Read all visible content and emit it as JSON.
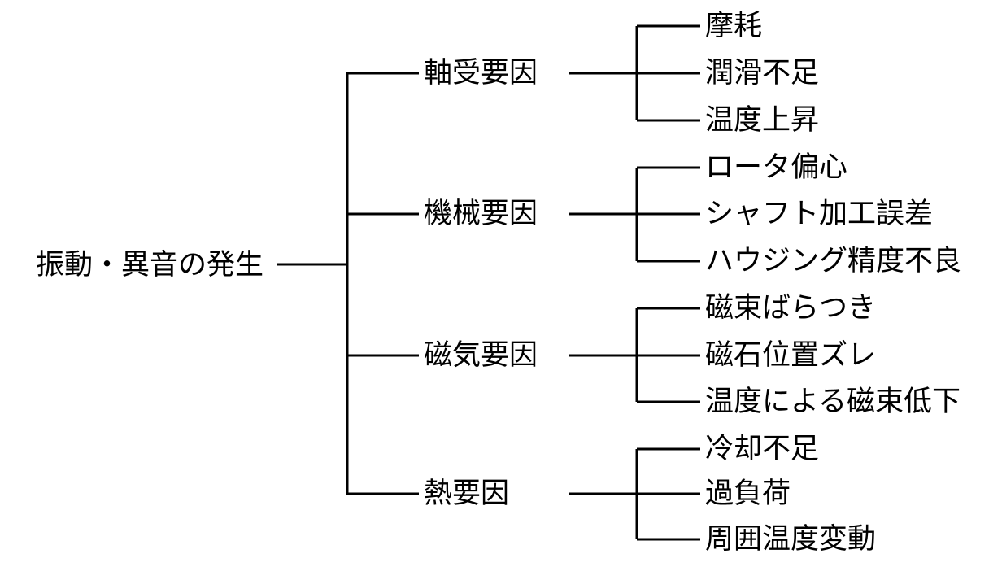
{
  "diagram": {
    "type": "tree",
    "orientation": "left-to-right",
    "root": {
      "label": "振動・異音の発生"
    },
    "branches": [
      {
        "label": "軸受要因",
        "leaves": [
          {
            "label": "摩耗"
          },
          {
            "label": "潤滑不足"
          },
          {
            "label": "温度上昇"
          }
        ]
      },
      {
        "label": "機械要因",
        "leaves": [
          {
            "label": "ロータ偏心"
          },
          {
            "label": "シャフト加工誤差"
          },
          {
            "label": "ハウジング精度不良"
          }
        ]
      },
      {
        "label": "磁気要因",
        "leaves": [
          {
            "label": "磁束ばらつき"
          },
          {
            "label": "磁石位置ズレ"
          },
          {
            "label": "温度による磁束低下"
          }
        ]
      },
      {
        "label": "熱要因",
        "leaves": [
          {
            "label": "冷却不足"
          },
          {
            "label": "過負荷"
          },
          {
            "label": "周囲温度変動"
          }
        ]
      }
    ],
    "colors": {
      "line": "#000000",
      "text": "#000000",
      "background": "#ffffff"
    }
  }
}
